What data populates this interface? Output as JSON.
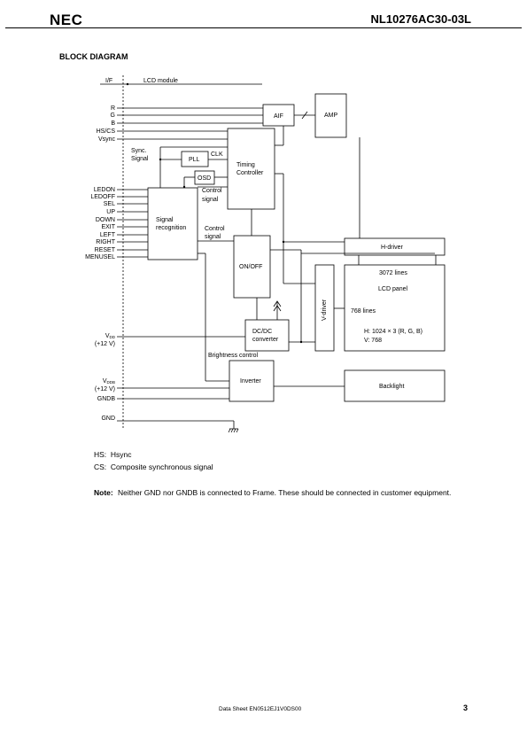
{
  "header": {
    "logo": "NEC",
    "model": "NL10276AC30-03L"
  },
  "section_title": "BLOCK  DIAGRAM",
  "diagram": {
    "interface_label": "I/F",
    "module_label": "LCD module",
    "input_signals": [
      "R",
      "G",
      "B",
      "HS/CS",
      "Vsync"
    ],
    "control_inputs": [
      "LEDON",
      "LEDOFF",
      "SEL",
      "UP",
      "DOWN",
      "EXIT",
      "LEFT",
      "RIGHT",
      "RESET",
      "MENUSEL"
    ],
    "vdd_label": "VDD",
    "vdd_value": "(+12 V)",
    "vddb_label": "VDDB",
    "vddb_value": "(+12 V)",
    "gndb_label": "GNDB",
    "gnd_label": "GND",
    "blocks": {
      "aif": "AIF",
      "amp": "AMP",
      "pll": "PLL",
      "osd": "OSD",
      "timing_line1": "Timing",
      "timing_line2": "Controller",
      "signal_line1": "Signal",
      "signal_line2": "recognition",
      "onoff": "ON/OFF",
      "dcdc_line1": "DC/DC",
      "dcdc_line2": "converter",
      "inverter": "Inverter",
      "hdriver": "H-driver",
      "vdriver": "V-driver",
      "panel_lines": "3072 lines",
      "panel_title": "LCD panel",
      "panel_vlines": "768 lines",
      "panel_h": "H:  1024 × 3 (R, G, B)",
      "panel_v": "V:  768",
      "backlight": "Backlight"
    },
    "labels": {
      "sync_line1": "Sync.",
      "sync_line2": "Signal",
      "clk": "CLK",
      "control1_line1": "Control",
      "control1_line2": "signal",
      "control2_line1": "Control",
      "control2_line2": "signal",
      "brightness": "Brightness control"
    }
  },
  "definitions": [
    {
      "abbr": "HS:",
      "text": "Hsync"
    },
    {
      "abbr": "CS:",
      "text": "Composite synchronous signal"
    }
  ],
  "note": {
    "label": "Note:",
    "text": "Neither GND nor GNDB is connected to Frame.  These should be connected in customer equipment."
  },
  "footer": {
    "text": "Data Sheet  EN0512EJ1V0DS00",
    "page": "3"
  }
}
